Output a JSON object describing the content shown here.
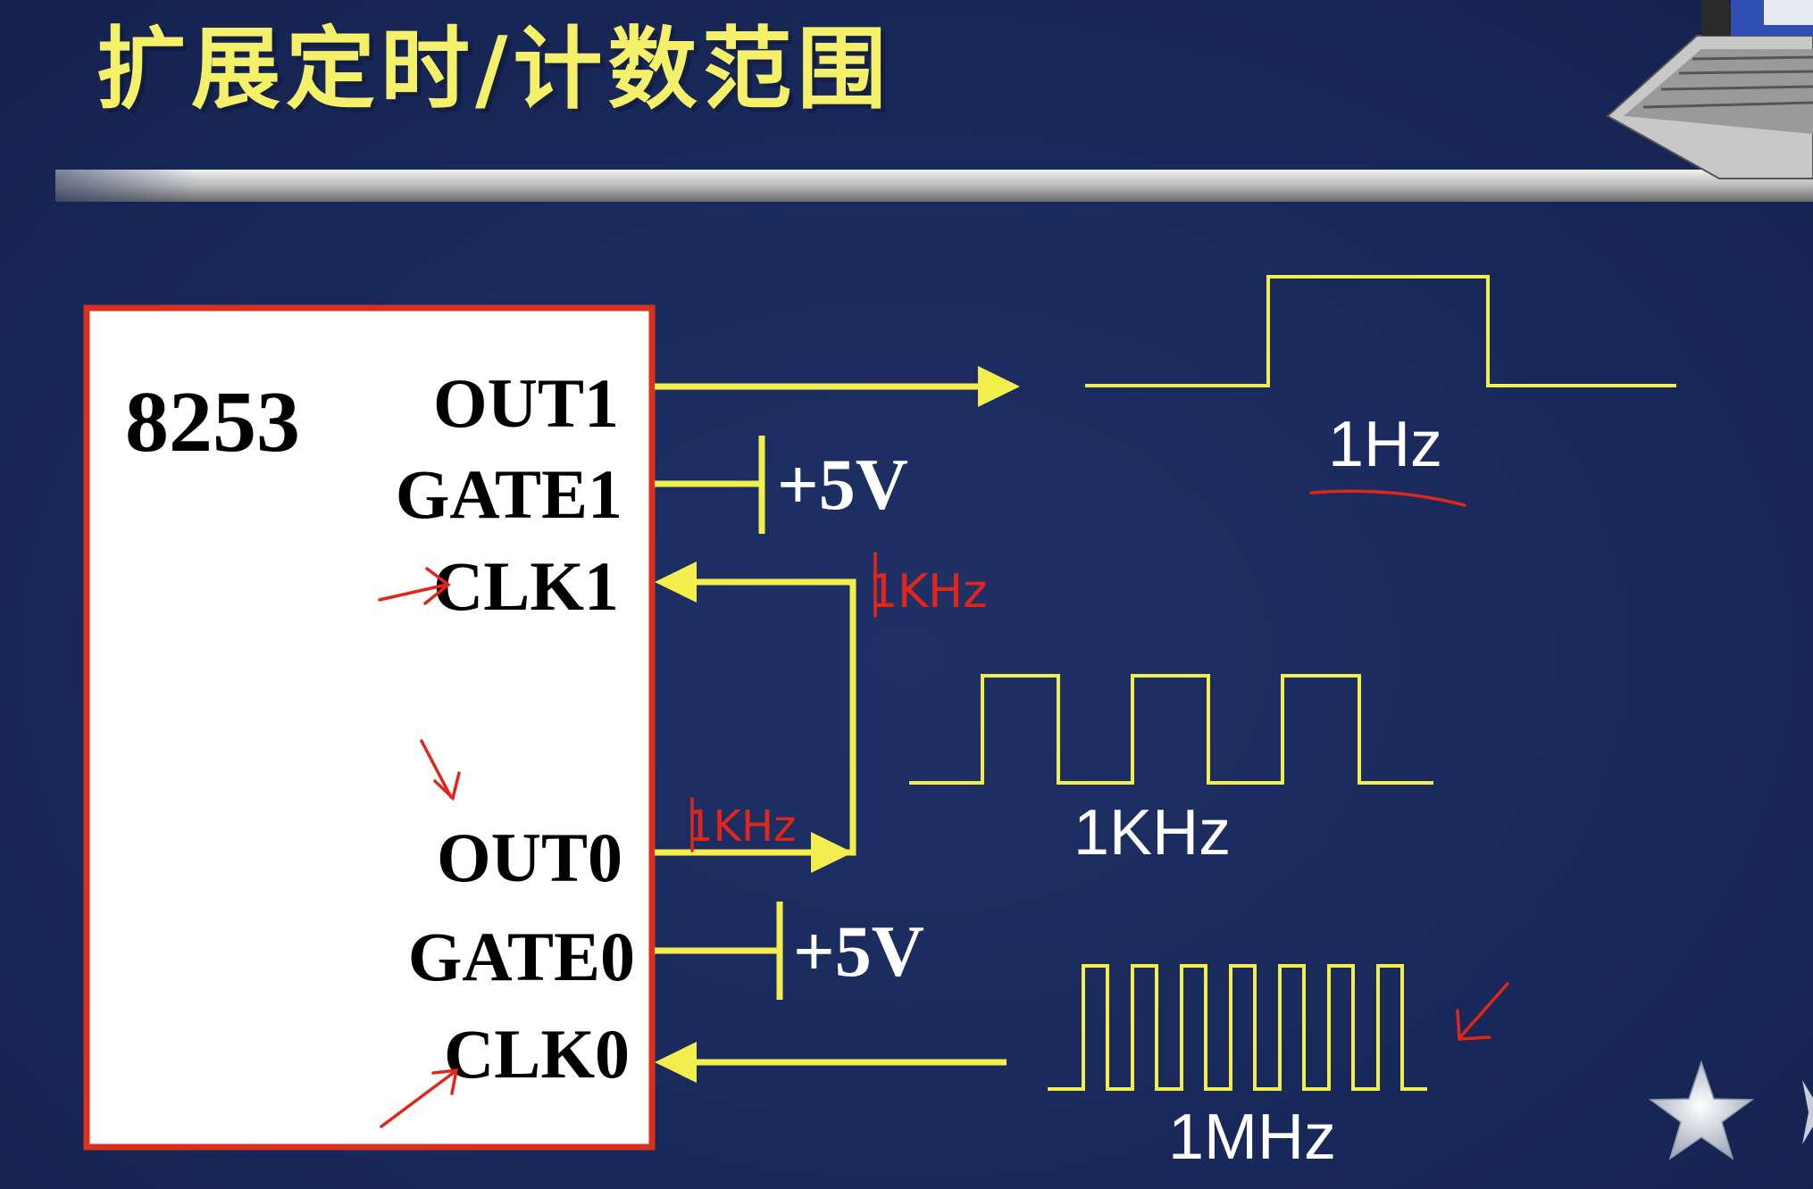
{
  "slide": {
    "title": "扩展定时/计数范围",
    "colors": {
      "background": "#1a2a57",
      "title": "#f4f06a",
      "signal": "#f2ee4e",
      "chip_fill": "#ffffff",
      "chip_border": "#d8321e",
      "annotation": "#e0261b",
      "frequency_label": "#ffffff"
    }
  },
  "chip": {
    "name": "8253",
    "pins": {
      "out1": "OUT1",
      "gate1": "GATE1",
      "clk1": "CLK1",
      "out0": "OUT0",
      "gate0": "GATE0",
      "clk0": "CLK0"
    }
  },
  "supply": {
    "gate1": "+5V",
    "gate0": "+5V"
  },
  "waveforms": {
    "out1": {
      "label": "1Hz",
      "pulses": 1
    },
    "out0": {
      "label": "1KHz",
      "pulses": 3
    },
    "clk0": {
      "label": "1MHz",
      "pulses": 7
    }
  },
  "annotations": {
    "clk1_note": "1KHz",
    "out0_note": "1KHz"
  },
  "icons": [
    "laptop-icon",
    "star-icon",
    "nav-arrow-icon"
  ]
}
